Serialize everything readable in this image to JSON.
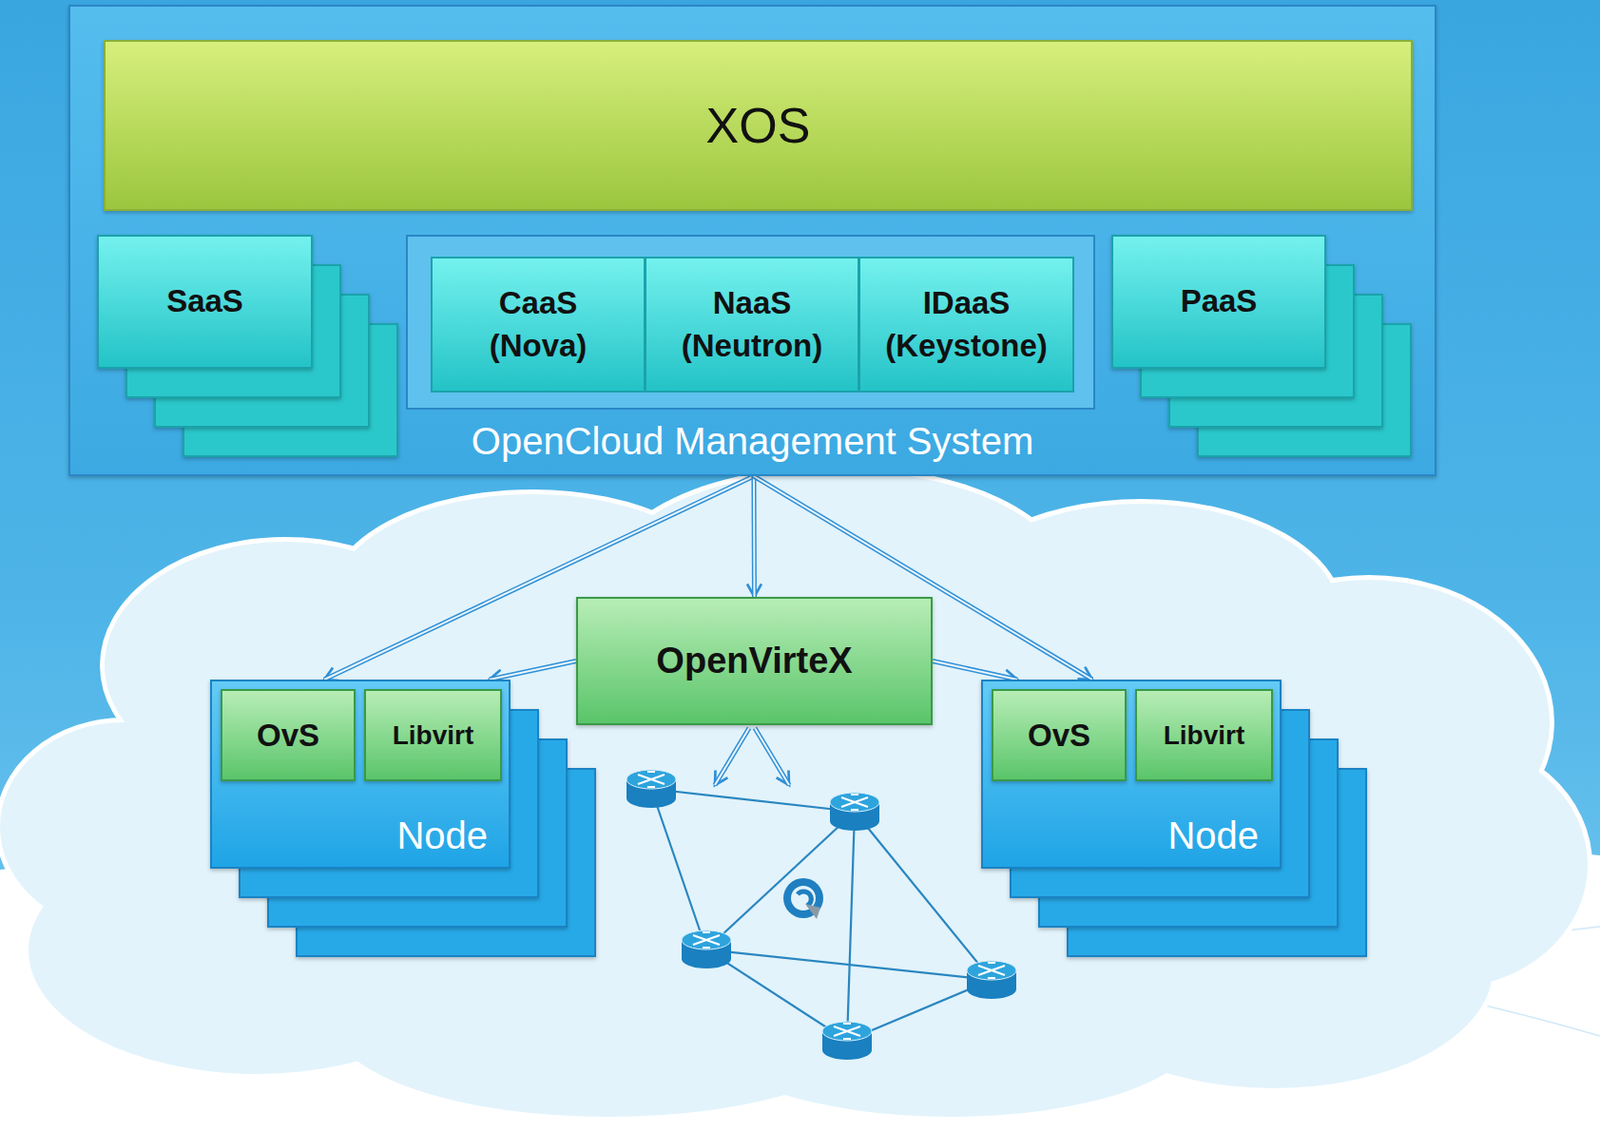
{
  "diagram": {
    "nodes": [
      {
        "text": [
          "OpenCloud Management System"
        ]
      },
      {
        "text": [
          "XOS"
        ],
        "in": 0
      },
      {
        "text": [
          "SaaS"
        ],
        "in": 0
      },
      {
        "text": [
          "CaaS (Nova)"
        ],
        "in": 0
      },
      {
        "text": [
          "NaaS (Neutron)"
        ],
        "in": 0
      },
      {
        "text": [
          "IDaaS (Keystone)"
        ],
        "in": 0
      },
      {
        "text": [
          "PaaS"
        ],
        "in": 0
      },
      {
        "text": [
          "OpenVirteX"
        ]
      },
      {
        "text": [
          "Node"
        ]
      },
      {
        "text": [
          "OvS"
        ],
        "in": 8
      },
      {
        "text": [
          "Libvirt"
        ],
        "in": 8
      },
      {
        "text": [
          "Node"
        ]
      },
      {
        "text": [
          "OvS"
        ],
        "in": 11
      },
      {
        "text": [
          "Libvirt"
        ],
        "in": 11
      }
    ],
    "edges": [
      {
        "from": 0,
        "to": 8,
        "arrow": "to"
      },
      {
        "from": 0,
        "to": 7,
        "arrow": "to"
      },
      {
        "from": 0,
        "to": 11,
        "arrow": "to"
      },
      {
        "from": 7,
        "to": 8,
        "arrow": "to"
      },
      {
        "from": 7,
        "to": 11,
        "arrow": "to"
      }
    ]
  }
}
